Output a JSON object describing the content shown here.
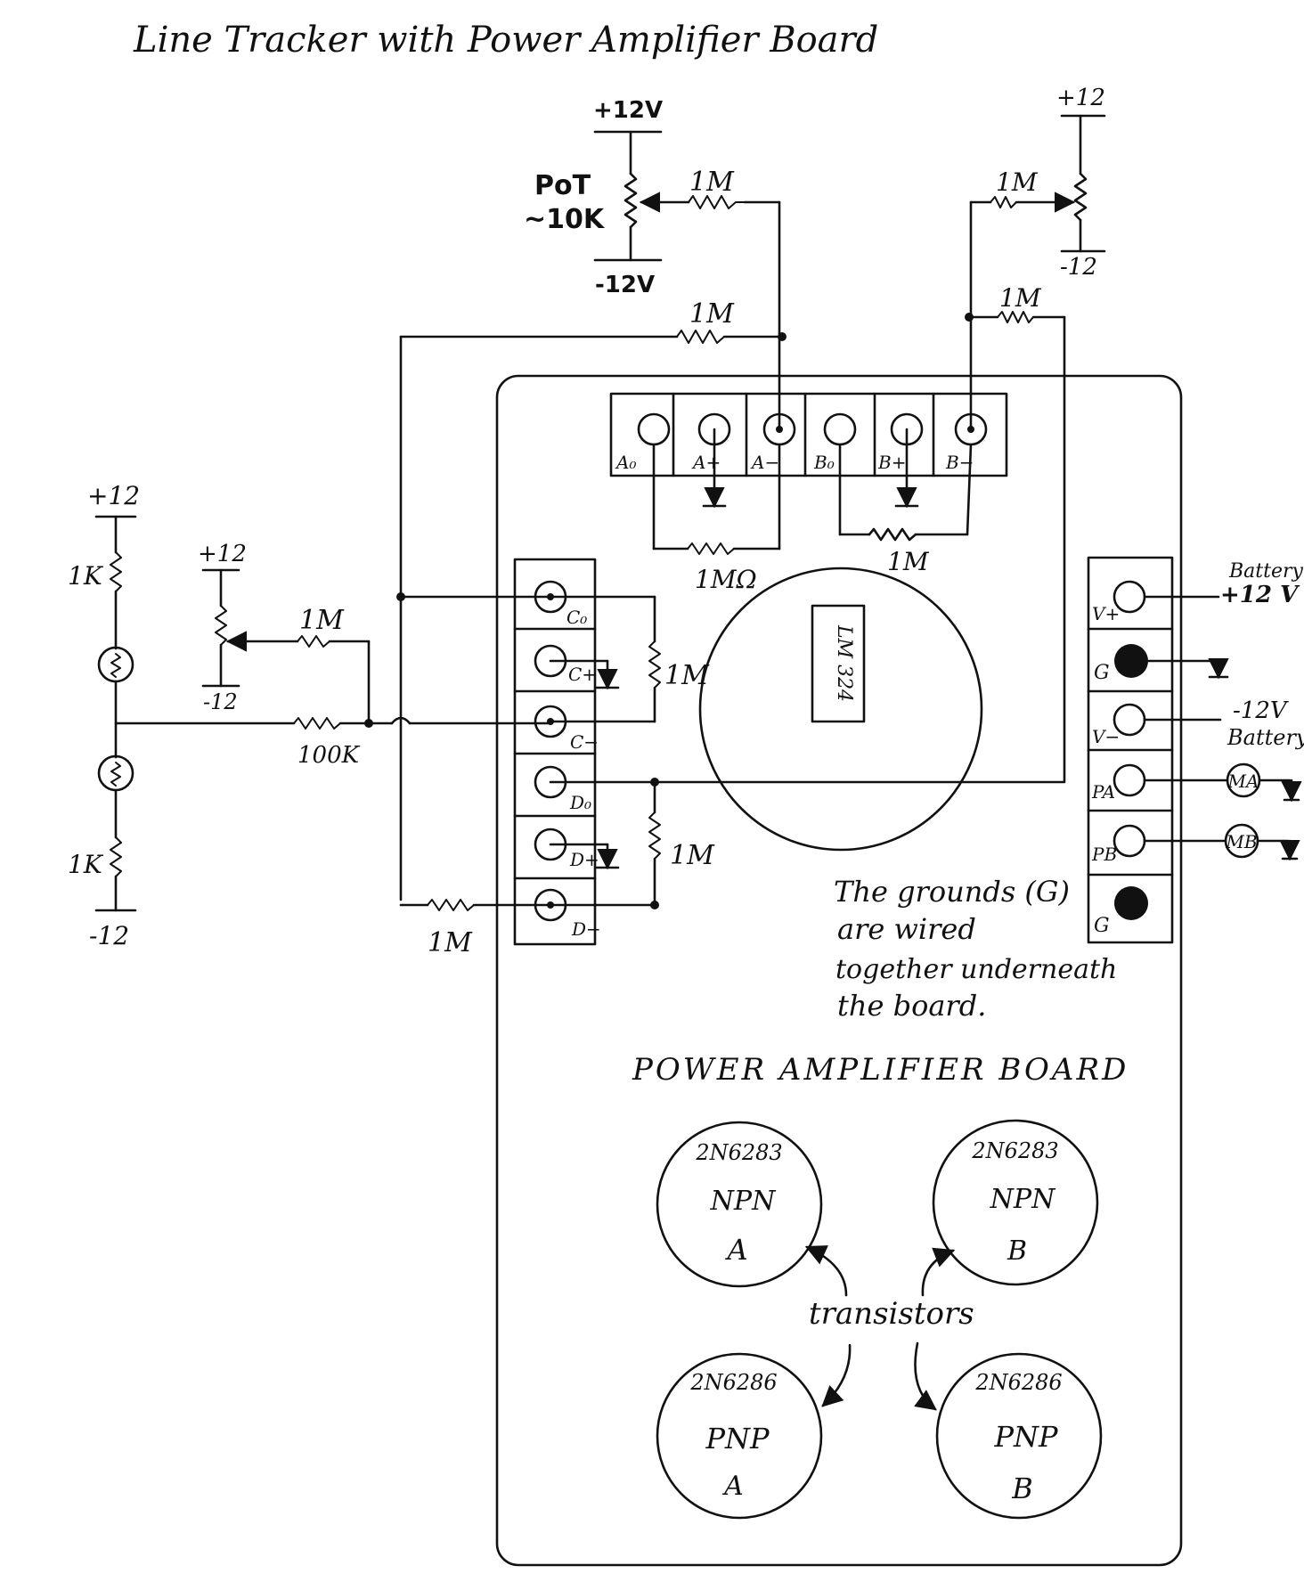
{
  "title": "Line Tracker with Power Amplifier Board",
  "top_left_pot": {
    "supply_pos": "+12V",
    "label_line1": "PoT",
    "label_line2": "~10K",
    "supply_neg": "-12V",
    "resistor": "1M"
  },
  "top_right_pot": {
    "supply_pos": "+12",
    "supply_neg": "-12",
    "resistor": "1M"
  },
  "feedback_resistors": {
    "a_feedback": "1M",
    "b_feedback": "1M"
  },
  "terminals_top": [
    "A₀",
    "A+",
    "A−",
    "B₀",
    "B+",
    "B−"
  ],
  "under_top_resistors": {
    "a_label": "1MΩ",
    "b_label": "1M"
  },
  "left_circuit": {
    "supply_pos": "+12",
    "supply_neg": "-12",
    "r_top": "1K",
    "r_bottom": "1K",
    "input_resistor": "100K"
  },
  "mid_pot": {
    "supply_pos": "+12",
    "supply_neg": "-12",
    "resistor": "1M"
  },
  "terminals_left": [
    "C₀",
    "C+",
    "C−",
    "D₀",
    "D+",
    "D−"
  ],
  "left_side_resistors": {
    "c_feedback": "1M",
    "d_feedback": "1M",
    "d_bottom": "1M"
  },
  "chip_label": "LM 324",
  "terminals_right": [
    "V+",
    "G",
    "V−",
    "PA",
    "PB",
    "G"
  ],
  "battery": {
    "pos_label": "Battery",
    "pos_value": "+12 V",
    "neg_value": "-12V",
    "neg_label": "Battery"
  },
  "motors": [
    "MA",
    "MB"
  ],
  "note": [
    "The grounds (G)",
    "are wired",
    "together underneath",
    "the board."
  ],
  "board_label": "POWER AMPLIFIER BOARD",
  "transistors": [
    {
      "part": "2N6283",
      "type": "NPN",
      "id": "A"
    },
    {
      "part": "2N6283",
      "type": "NPN",
      "id": "B"
    },
    {
      "part": "2N6286",
      "type": "PNP",
      "id": "A"
    },
    {
      "part": "2N6286",
      "type": "PNP",
      "id": "B"
    }
  ],
  "transistors_label": "transistors"
}
